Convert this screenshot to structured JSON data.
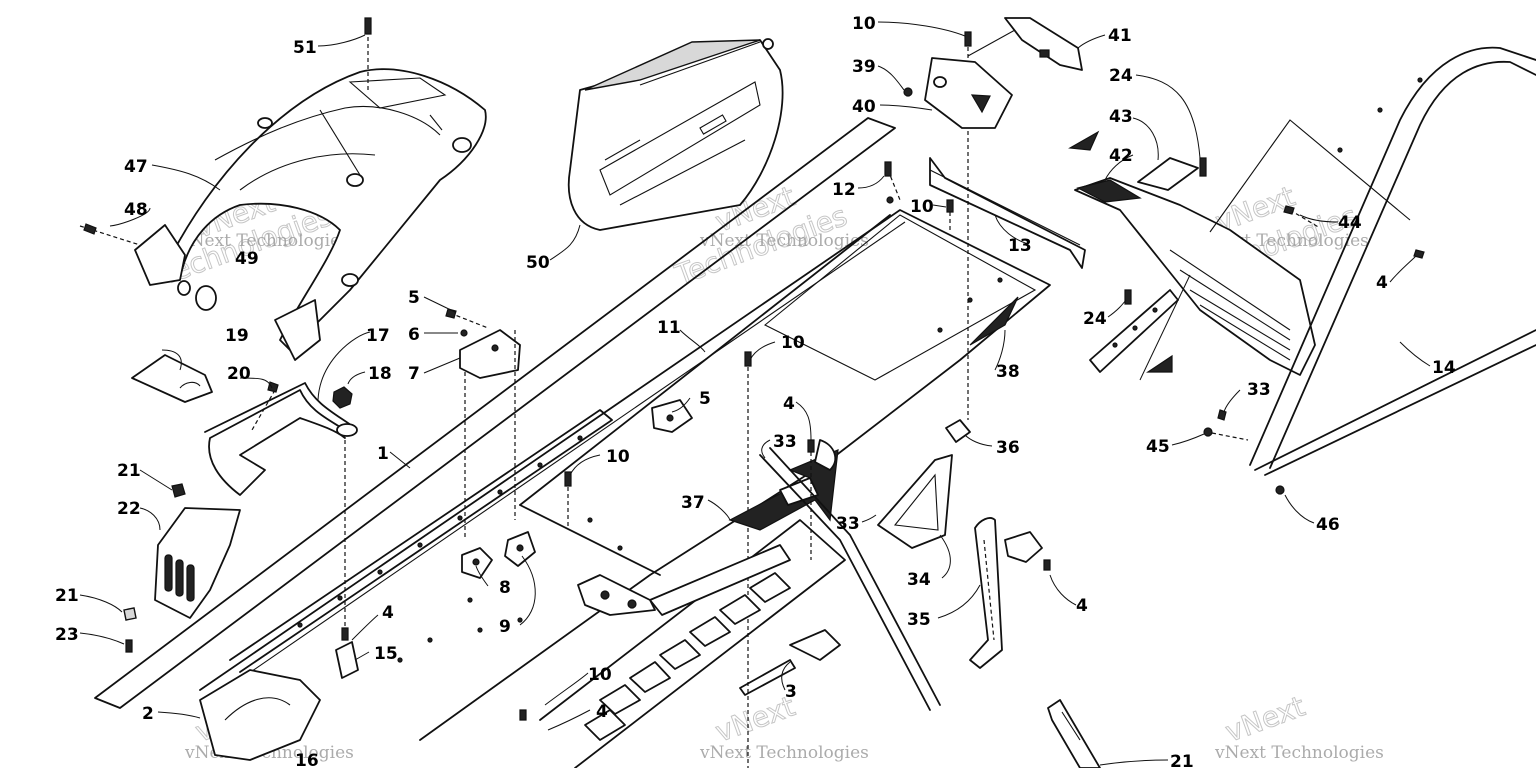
{
  "watermark": {
    "brand": "vNext",
    "company": "vNext Technologies",
    "word": "Technologies"
  },
  "callouts": [
    {
      "id": "c51",
      "text": "51"
    },
    {
      "id": "c47",
      "text": "47"
    },
    {
      "id": "c48",
      "text": "48"
    },
    {
      "id": "c49",
      "text": "49"
    },
    {
      "id": "c50",
      "text": "50"
    },
    {
      "id": "c19",
      "text": "19"
    },
    {
      "id": "c17",
      "text": "17"
    },
    {
      "id": "c18",
      "text": "18"
    },
    {
      "id": "c20",
      "text": "20"
    },
    {
      "id": "c1",
      "text": "1"
    },
    {
      "id": "c21a",
      "text": "21"
    },
    {
      "id": "c22",
      "text": "22"
    },
    {
      "id": "c21b",
      "text": "21"
    },
    {
      "id": "c23",
      "text": "23"
    },
    {
      "id": "c5a",
      "text": "5"
    },
    {
      "id": "c6",
      "text": "6"
    },
    {
      "id": "c7",
      "text": "7"
    },
    {
      "id": "c11",
      "text": "11"
    },
    {
      "id": "c10a",
      "text": "10"
    },
    {
      "id": "c5b",
      "text": "5"
    },
    {
      "id": "c10b",
      "text": "10"
    },
    {
      "id": "c4a",
      "text": "4"
    },
    {
      "id": "c33a",
      "text": "33"
    },
    {
      "id": "c37",
      "text": "37"
    },
    {
      "id": "c8",
      "text": "8"
    },
    {
      "id": "c9",
      "text": "9"
    },
    {
      "id": "c4b",
      "text": "4"
    },
    {
      "id": "c15a",
      "text": "15"
    },
    {
      "id": "c2",
      "text": "2"
    },
    {
      "id": "c16",
      "text": "16"
    },
    {
      "id": "c10c",
      "text": "10"
    },
    {
      "id": "c4c",
      "text": "4"
    },
    {
      "id": "c3",
      "text": "3"
    },
    {
      "id": "c10d",
      "text": "10"
    },
    {
      "id": "c39",
      "text": "39"
    },
    {
      "id": "c40",
      "text": "40"
    },
    {
      "id": "c41",
      "text": "41"
    },
    {
      "id": "c12",
      "text": "12"
    },
    {
      "id": "c10e",
      "text": "10"
    },
    {
      "id": "c13",
      "text": "13"
    },
    {
      "id": "c38",
      "text": "38"
    },
    {
      "id": "c36",
      "text": "36"
    },
    {
      "id": "c33b",
      "text": "33"
    },
    {
      "id": "c34",
      "text": "34"
    },
    {
      "id": "c35",
      "text": "35"
    },
    {
      "id": "c4d",
      "text": "4"
    },
    {
      "id": "c24a",
      "text": "24"
    },
    {
      "id": "c43",
      "text": "43"
    },
    {
      "id": "c42",
      "text": "42"
    },
    {
      "id": "c44",
      "text": "44"
    },
    {
      "id": "c24b",
      "text": "24"
    },
    {
      "id": "c4e",
      "text": "4"
    },
    {
      "id": "c14",
      "text": "14"
    },
    {
      "id": "c33c",
      "text": "33"
    },
    {
      "id": "c45",
      "text": "45"
    },
    {
      "id": "c46",
      "text": "46"
    },
    {
      "id": "c21c",
      "text": "21"
    }
  ]
}
